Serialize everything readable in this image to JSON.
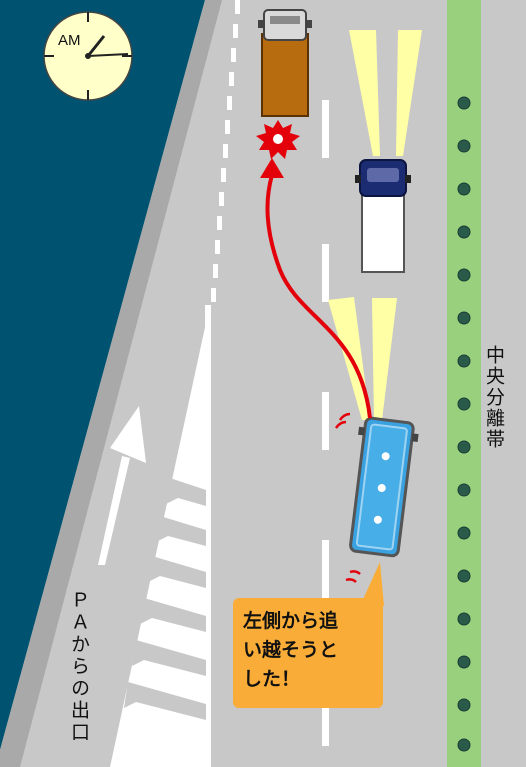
{
  "clock": {
    "label": "AM"
  },
  "labels": {
    "median": "中央分離帯",
    "exit": "ＰＡからの出口"
  },
  "callout": {
    "text": "左側から追\nい越そうと\nした！"
  },
  "colors": {
    "sea": "#005370",
    "road": "#c8c8c8",
    "median": "#99d07e",
    "callout": "#f9ad38",
    "path": "#e3000b",
    "bus": "#3aa2e0",
    "truck": "#b86c10"
  }
}
